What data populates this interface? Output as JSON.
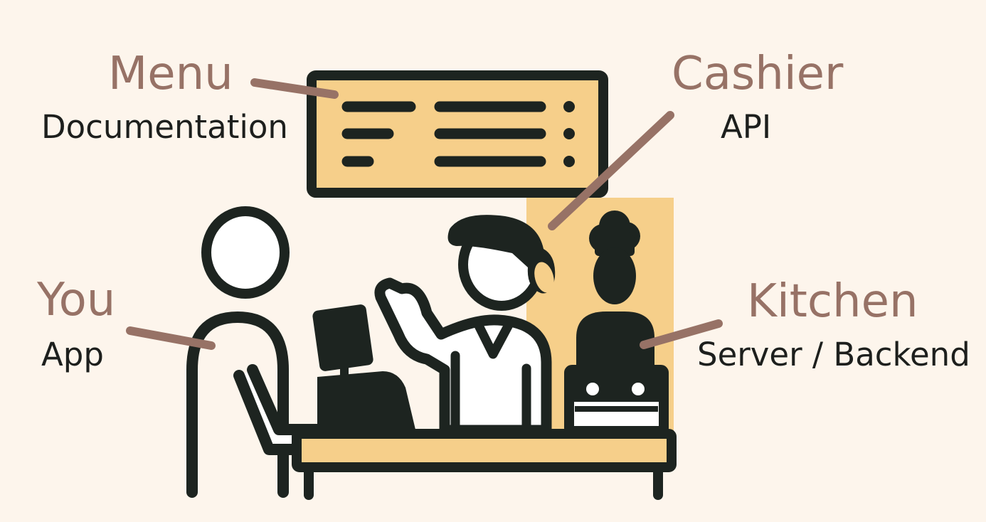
{
  "labels": {
    "menu": {
      "title": "Menu",
      "subtitle": "Documentation"
    },
    "cashier": {
      "title": "Cashier",
      "subtitle": "API"
    },
    "you": {
      "title": "You",
      "subtitle": "App"
    },
    "kitchen": {
      "title": "Kitchen",
      "subtitle": "Server / Backend"
    }
  },
  "colors": {
    "background": "#fdf5ec",
    "accent_fill": "#f6cf8a",
    "outline": "#1d2420",
    "label_title": "#977266",
    "label_subtitle": "#1d1f1d",
    "pointer": "#977266",
    "white": "#ffffff"
  }
}
